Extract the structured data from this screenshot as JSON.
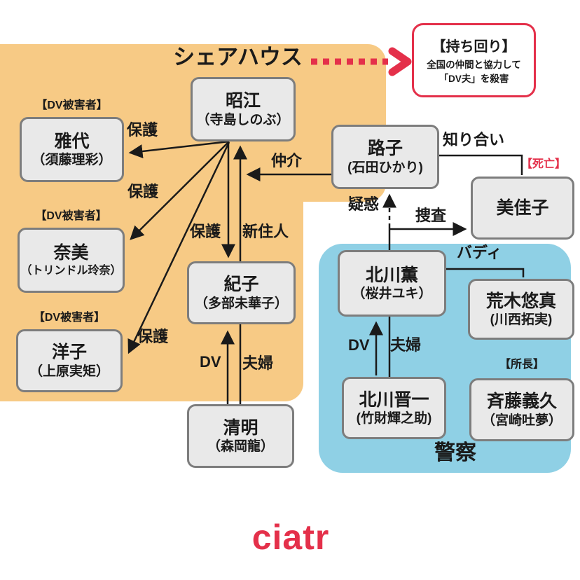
{
  "colors": {
    "orange": "#f7ca85",
    "blue": "#8fd0e5",
    "box_fill": "#e9e9e9",
    "box_border": "#7d7d7d",
    "red": "#e4304a",
    "ink": "#1a1a1a"
  },
  "groups": {
    "sharehouse": "シェアハウス",
    "police": "警察"
  },
  "note": {
    "title": "【持ち回り】",
    "body1": "全国の仲間と協力して",
    "body2": "「DV夫」を殺害"
  },
  "tags": {
    "dv_victim": "【DV被害者】",
    "death": "【死亡】",
    "chief": "【所長】"
  },
  "labels": {
    "hogo": "保護",
    "shinjunin": "新住人",
    "chukai": "仲介",
    "shiriai": "知り合い",
    "giwaku": "疑惑",
    "sousa": "捜査",
    "buddy": "バディ",
    "dv": "DV",
    "fuufu": "夫婦"
  },
  "people": {
    "akie": {
      "name": "昭江",
      "actor": "（寺島しのぶ）"
    },
    "masayo": {
      "name": "雅代",
      "actor": "（須藤理彩）"
    },
    "nami": {
      "name": "奈美",
      "actor": "（トリンドル玲奈）"
    },
    "yoko": {
      "name": "洋子",
      "actor": "（上原実矩）"
    },
    "noriko": {
      "name": "紀子",
      "actor": "（多部未華子）"
    },
    "kiyoaki": {
      "name": "清明",
      "actor": "（森岡龍）"
    },
    "michiko": {
      "name": "路子",
      "actor": "(石田ひかり)"
    },
    "mikako": {
      "name": "美佳子"
    },
    "kaoru": {
      "name": "北川薫",
      "actor": "（桜井ユキ）"
    },
    "araki": {
      "name": "荒木悠真",
      "actor": "(川西拓実)"
    },
    "shinichi": {
      "name": "北川晋一",
      "actor": "(竹財輝之助)"
    },
    "saito": {
      "name": "斉藤義久",
      "actor": "（宮崎吐夢）"
    }
  },
  "logo": "ciatr"
}
